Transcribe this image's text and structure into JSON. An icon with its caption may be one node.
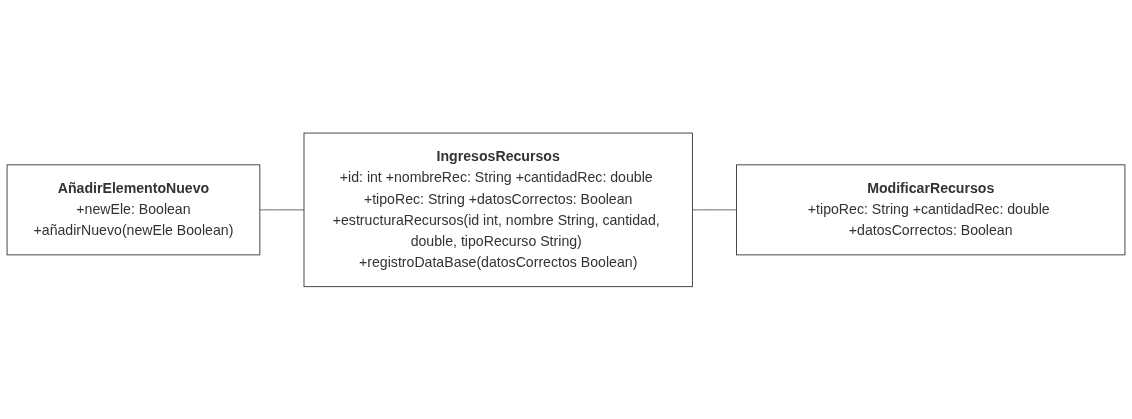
{
  "diagram": {
    "nodes": [
      {
        "text": [
          "AñadirElementoNuevo",
          "+newEle: Boolean",
          "+añadirNuevo(newEle Boolean)"
        ]
      },
      {
        "text": [
          "IngresosRecursos",
          "+id: int +nombreRec: String +cantidadRec: double +tipoRec: String +datosCorrectos: Boolean",
          "+estructuraRecursos(id int, nombre String, cantidad, double, tipoRecurso String) +registroDataBase(datosCorrectos Boolean)"
        ]
      },
      {
        "text": [
          "ModificarRecursos",
          "+tipoRec: String +cantidadRec: double +datosCorrectos: Boolean"
        ]
      }
    ],
    "edges": [
      {
        "from": 0,
        "to": 1,
        "arrow": "none"
      },
      {
        "from": 1,
        "to": 2,
        "arrow": "none"
      }
    ]
  }
}
